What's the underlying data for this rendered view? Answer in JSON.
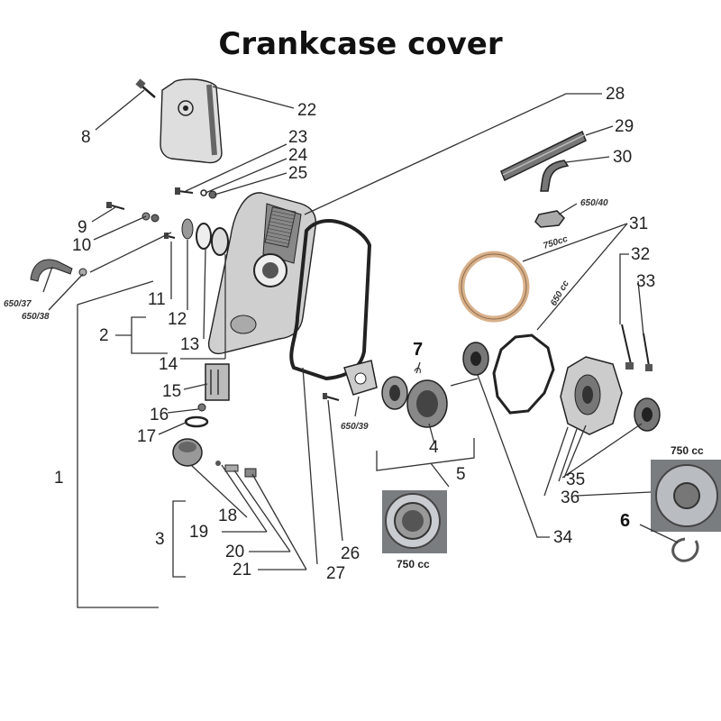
{
  "title": "Crankcase cover",
  "callouts": {
    "n1": "1",
    "n2": "2",
    "n3": "3",
    "n4": "4",
    "n5": "5",
    "n6": "6",
    "n7": "7",
    "n8": "8",
    "n9": "9",
    "n10": "10",
    "n11": "11",
    "n12": "12",
    "n13": "13",
    "n14": "14",
    "n15": "15",
    "n16": "16",
    "n17": "17",
    "n18": "18",
    "n19": "19",
    "n20": "20",
    "n21": "21",
    "n22": "22",
    "n23": "23",
    "n24": "24",
    "n25": "25",
    "n26": "26",
    "n27": "27",
    "n28": "28",
    "n29": "29",
    "n30": "30",
    "n31": "31",
    "n32": "32",
    "n33": "33",
    "n34": "34",
    "n35": "35",
    "n36": "36"
  },
  "variant_tags": {
    "t650_37": "650/37",
    "t650_38": "650/38",
    "t650_39": "650/39",
    "t650_40": "650/40",
    "t750cc_gasket": "750cc",
    "t650cc_gasket": "650 cc"
  },
  "photo_captions": {
    "bearing": "750 cc",
    "cover": "750 cc"
  },
  "colors": {
    "ink": "#222222",
    "cork_gasket": "#d7b08a",
    "metal": "#b9bcc0",
    "photo_bg": "#7a7d80"
  }
}
